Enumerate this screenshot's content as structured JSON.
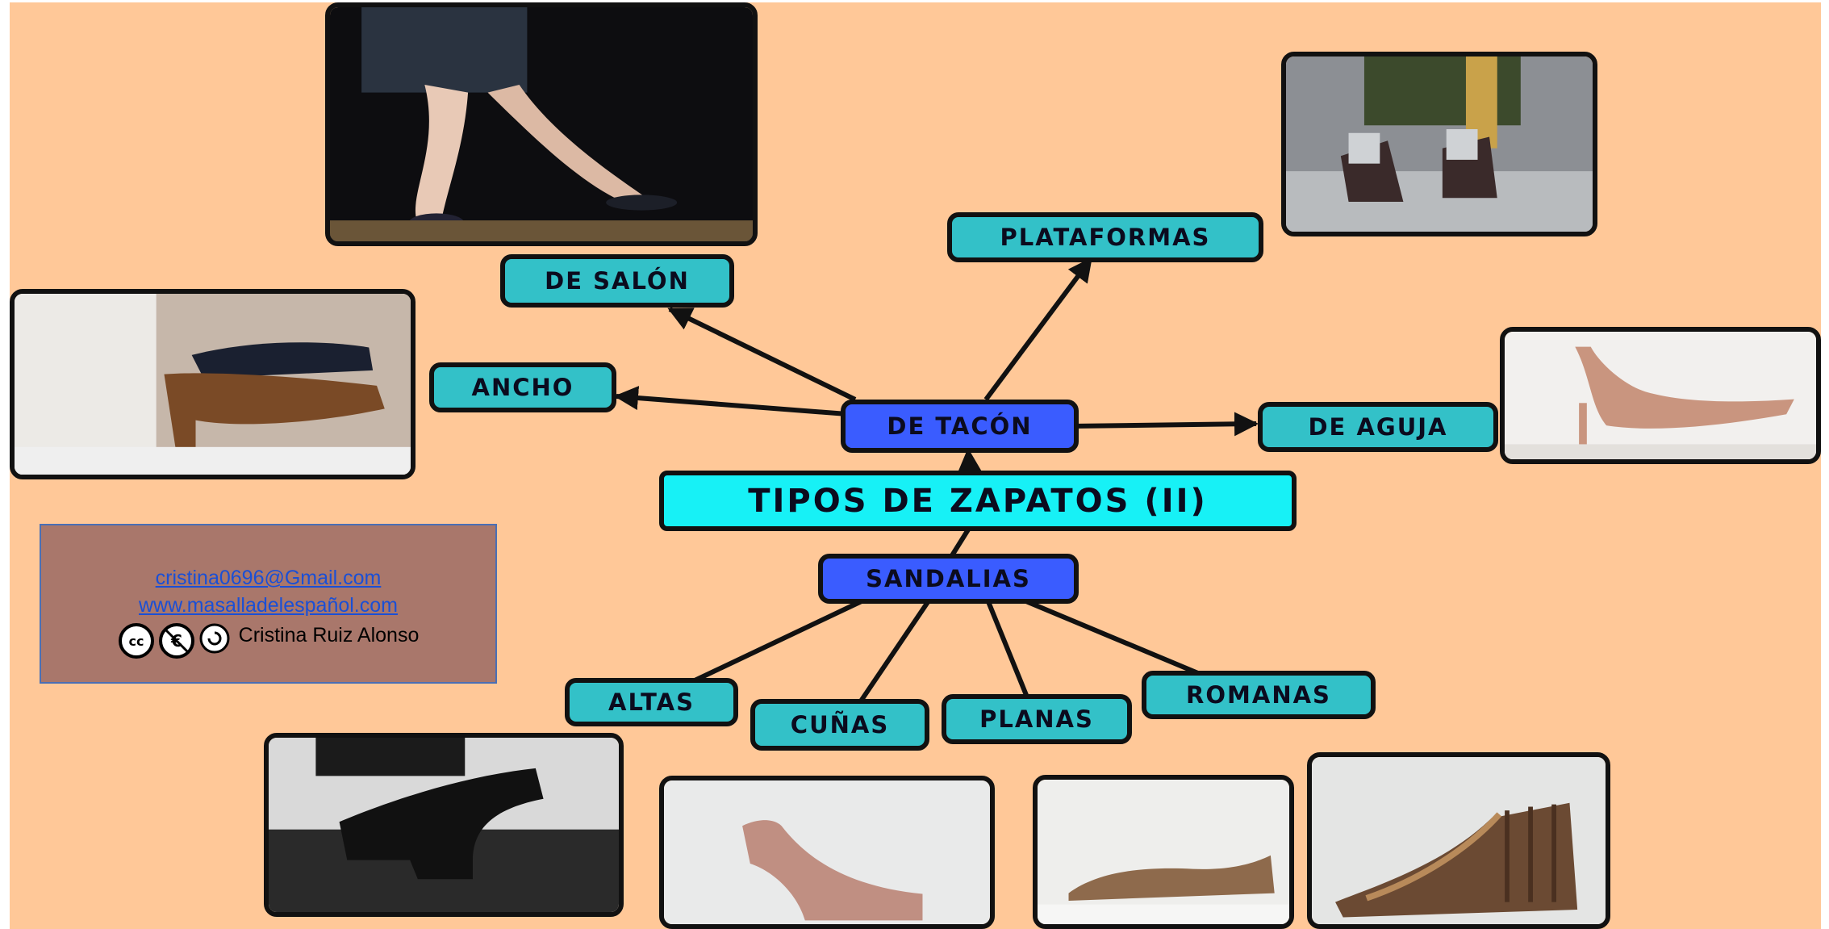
{
  "map": {
    "root": "TIPOS DE ZAPATOS (II)",
    "heel": "DE TACÓN",
    "sandals": "SANDALIAS",
    "heel_types": {
      "salon": "DE SALÓN",
      "plataformas": "PLATAFORMAS",
      "ancho": "ANCHO",
      "aguja": "DE AGUJA"
    },
    "sandal_types": {
      "altas": "ALTAS",
      "cunas": "CUÑAS",
      "planas": "PLANAS",
      "romanas": "ROMANAS"
    }
  },
  "credits": {
    "email": "cristina0696@Gmail.com",
    "website": "www.masalladelespañol.com",
    "author": "Cristina Ruiz Alonso",
    "license_icons": [
      "cc-icon",
      "non-commercial-icon",
      "attribution-icon"
    ]
  },
  "colors": {
    "background": "#ffc898",
    "leaf_node": "#33c1c8",
    "mid_node": "#3a5cff",
    "root_node": "#17f1f6",
    "credits_box": "#a9776b",
    "link": "#1a4fd6"
  }
}
